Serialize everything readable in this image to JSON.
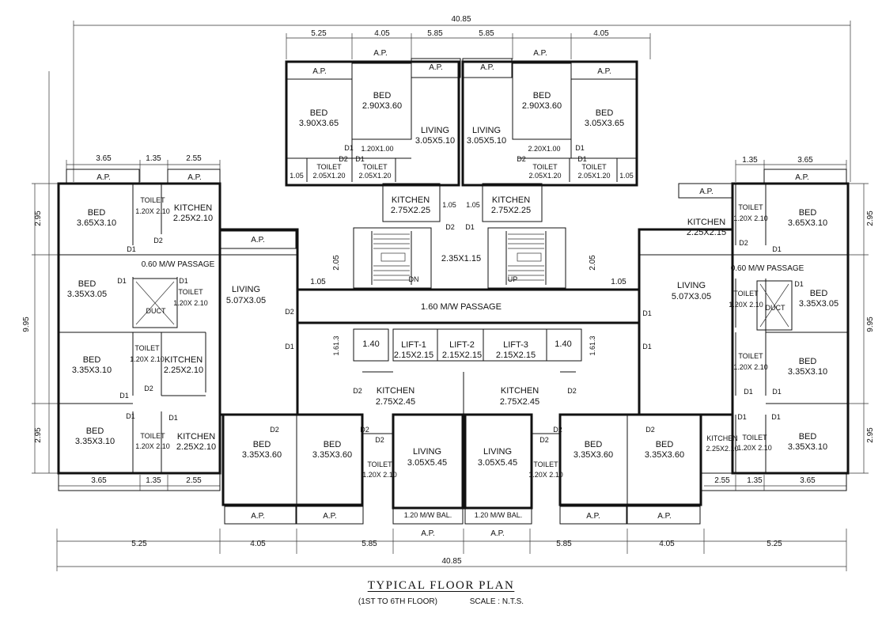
{
  "drawing": {
    "title": "TYPICAL FLOOR PLAN",
    "subtitle": "(1ST TO 6TH FLOOR)",
    "scale": "SCALE : N.T.S."
  },
  "rooms": [
    {
      "id": "nl-bed-1",
      "name": "BED",
      "size": "3.90X3.65"
    },
    {
      "id": "nl-bed-2",
      "name": "BED",
      "size": "2.90X3.60"
    },
    {
      "id": "nl-living",
      "name": "LIVING",
      "size": "3.05X5.10"
    },
    {
      "id": "nr-living",
      "name": "LIVING",
      "size": "3.05X5.10"
    },
    {
      "id": "nr-bed-2",
      "name": "BED",
      "size": "2.90X3.60"
    },
    {
      "id": "nr-bed-1",
      "name": "BED",
      "size": "3.05X3.65"
    },
    {
      "id": "nl-toilet-1",
      "name": "TOILET",
      "size": "2.05X1.20"
    },
    {
      "id": "nl-toilet-2",
      "name": "TOILET",
      "size": "2.05X1.20"
    },
    {
      "id": "nr-toilet-1",
      "name": "TOILET",
      "size": "2.05X1.20"
    },
    {
      "id": "nr-toilet-2",
      "name": "TOILET",
      "size": "2.05X1.20"
    },
    {
      "id": "nl-kitchen",
      "name": "KITCHEN",
      "size": "2.75X2.25"
    },
    {
      "id": "nr-kitchen",
      "name": "KITCHEN",
      "size": "2.75X2.25"
    },
    {
      "id": "wl-bed-1",
      "name": "BED",
      "size": "3.65X3.10"
    },
    {
      "id": "wl-toilet-1",
      "name": "TOILET",
      "size": "1.20X 2.10"
    },
    {
      "id": "wl-kitchen-1",
      "name": "KITCHEN",
      "size": "2.25X2.10"
    },
    {
      "id": "wl-bed-2",
      "name": "BED",
      "size": "3.35X3.05"
    },
    {
      "id": "wl-toilet-2",
      "name": "TOILET",
      "size": "1.20X 2.10"
    },
    {
      "id": "wl-living",
      "name": "LIVING",
      "size": "5.07X3.05"
    },
    {
      "id": "wl-bed-3",
      "name": "BED",
      "size": "3.35X3.10"
    },
    {
      "id": "wl-toilet-3",
      "name": "TOILET",
      "size": "1.20X 2.10"
    },
    {
      "id": "wl-kitchen-2",
      "name": "KITCHEN",
      "size": "2.25X2.10"
    },
    {
      "id": "wl-bed-4",
      "name": "BED",
      "size": "3.35X3.10"
    },
    {
      "id": "wl-toilet-4",
      "name": "TOILET",
      "size": "1.20X 2.10"
    },
    {
      "id": "wl-kitchen-3",
      "name": "KITCHEN",
      "size": "2.25X2.10"
    },
    {
      "id": "er-kitchen-1",
      "name": "KITCHEN",
      "size": "2.25X2.15"
    },
    {
      "id": "er-toilet-1",
      "name": "TOILET",
      "size": "1.20X 2.10"
    },
    {
      "id": "er-bed-1",
      "name": "BED",
      "size": "3.65X3.10"
    },
    {
      "id": "er-living",
      "name": "LIVING",
      "size": "5.07X3.05"
    },
    {
      "id": "er-toilet-2",
      "name": "TOILET",
      "size": "1.20X 2.10"
    },
    {
      "id": "er-bed-2",
      "name": "BED",
      "size": "3.35X3.05"
    },
    {
      "id": "er-toilet-3",
      "name": "TOILET",
      "size": "1.20X 2.10"
    },
    {
      "id": "er-bed-3",
      "name": "BED",
      "size": "3.35X3.10"
    },
    {
      "id": "er-kitchen-2",
      "name": "KITCHEN",
      "size": "2.25X2.10"
    },
    {
      "id": "er-toilet-4",
      "name": "TOILET",
      "size": "1.20X 2.10"
    },
    {
      "id": "er-bed-4",
      "name": "BED",
      "size": "3.35X3.10"
    },
    {
      "id": "sl-kitchen",
      "name": "KITCHEN",
      "size": "2.75X2.45"
    },
    {
      "id": "sr-kitchen",
      "name": "KITCHEN",
      "size": "2.75X2.45"
    },
    {
      "id": "sl-bed-1",
      "name": "BED",
      "size": "3.35X3.60"
    },
    {
      "id": "sl-bed-2",
      "name": "BED",
      "size": "3.35X3.60"
    },
    {
      "id": "sl-toilet",
      "name": "TOILET",
      "size": "1.20X 2.10"
    },
    {
      "id": "sl-living",
      "name": "LIVING",
      "size": "3.05X5.45"
    },
    {
      "id": "sr-living",
      "name": "LIVING",
      "size": "3.05X5.45"
    },
    {
      "id": "sr-toilet",
      "name": "TOILET",
      "size": "1.20X 2.10"
    },
    {
      "id": "sr-bed-1",
      "name": "BED",
      "size": "3.35X3.60"
    },
    {
      "id": "sr-bed-2",
      "name": "BED",
      "size": "3.35X3.60"
    },
    {
      "id": "lift-1",
      "name": "LIFT-1",
      "size": "2.15X2.15"
    },
    {
      "id": "lift-2",
      "name": "LIFT-2",
      "size": "2.15X2.15"
    },
    {
      "id": "lift-3",
      "name": "LIFT-3",
      "size": "2.15X2.15"
    },
    {
      "id": "lobby",
      "name": "",
      "size": "2.35X1.15"
    }
  ],
  "labels": {
    "ap": "A.P.",
    "duct": "DUCT",
    "passage_main": "1.60 M/W PASSAGE",
    "passage_side": "0.60 M/W PASSAGE",
    "balcony": "1.20 M/W BAL.",
    "up": "UP",
    "dn": "DN",
    "door_d1": "D1",
    "door_d2": "D2",
    "lift_lobby_side": "1.40",
    "stair_landing": "2.05",
    "stair_width": "1.05",
    "toilet_niche": "1.05",
    "window_a": "1.20X1.00",
    "window_b": "2.20X1.00",
    "lift_gap": "1.61.3"
  },
  "dimensions": {
    "overall": "40.85",
    "top_north": [
      "5.25",
      "4.05",
      "5.85",
      "5.85",
      "4.05"
    ],
    "top_west": [
      "3.65",
      "1.35",
      "2.55"
    ],
    "top_east": [
      "1.35",
      "3.65"
    ],
    "bottom_west": [
      "3.65",
      "1.35",
      "2.55"
    ],
    "bottom_east": [
      "2.55",
      "1.35",
      "3.65"
    ],
    "bottom_chain": [
      "5.25",
      "4.05",
      "5.85",
      "5.85",
      "4.05",
      "5.25"
    ],
    "left_side": [
      "2.95",
      "9.95",
      "2.95"
    ],
    "right_side": [
      "2.95",
      "9.95",
      "2.95"
    ]
  }
}
